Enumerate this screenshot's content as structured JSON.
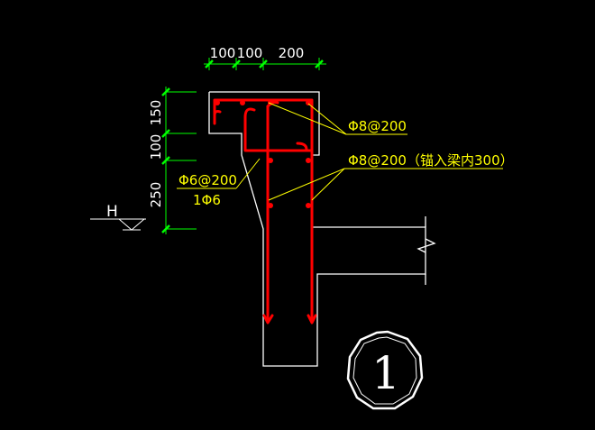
{
  "dimensions": {
    "top": [
      "100",
      "100",
      "200"
    ],
    "left": [
      "150",
      "100",
      "250"
    ]
  },
  "annotations": {
    "bar_a": "Φ8@200",
    "bar_b": "Φ8@200（锚入梁内300）",
    "bar_c_line1": "Φ6@200",
    "bar_c_line2": "1Φ6"
  },
  "level_mark": "H",
  "detail_number": "1",
  "colors": {
    "concrete_outline": "#ffffff",
    "rebar": "#ff0000",
    "dimension": "#00ff00",
    "leader": "#ffff00",
    "text": "#ffffff"
  }
}
